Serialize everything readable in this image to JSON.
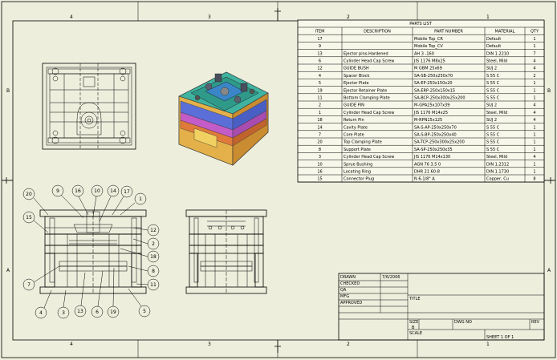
{
  "zones": {
    "top": [
      "4",
      "3",
      "2",
      "1"
    ],
    "bottom": [
      "4",
      "3",
      "2",
      "1"
    ],
    "left": [
      "B",
      "A"
    ],
    "right": [
      "B",
      "A"
    ]
  },
  "parts_list": {
    "title": "PARTS LIST",
    "headers": [
      "ITEM",
      "DESCRIPTION",
      "PART NUMBER",
      "MATERIAL",
      "QTY"
    ],
    "rows": [
      [
        "17",
        "",
        "Mobile Top_CR",
        "Default",
        "1"
      ],
      [
        "9",
        "",
        "Mobile Top_CV",
        "Default",
        "1"
      ],
      [
        "13",
        "Ejector pins-Hardened",
        "AH 3 -160",
        "DIN 1.2210",
        "7"
      ],
      [
        "6",
        "Cylinder Head Cap Screw",
        "JIS 1176 M8x25",
        "Steel, Mild",
        "4"
      ],
      [
        "12",
        "GUIDE BUSH",
        "M GBM 25x69",
        "SUJ 2",
        "4"
      ],
      [
        "4",
        "Spacer Block",
        "SA-SB-250x250x70",
        "S 55 C",
        "2"
      ],
      [
        "5",
        "Ejector Plate",
        "SA-EP-250x150x20",
        "S 55 C",
        "1"
      ],
      [
        "19",
        "Ejector Retainer Plate",
        "SA-ERP-250x150x15",
        "S 55 C",
        "1"
      ],
      [
        "11",
        "Bottom Clamping Plate",
        "SA-BCP-250x300x25x200",
        "S 55 C",
        "1"
      ],
      [
        "2",
        "GUIDE PIN",
        "M-GPA25x107x39",
        "SUJ 2",
        "4"
      ],
      [
        "1",
        "Cylinder Head Cap Screw",
        "JIS 1176 M14x25",
        "Steel, Mild",
        "4"
      ],
      [
        "18",
        "Return Pin",
        "M-RPN15x125",
        "SUJ 2",
        "4"
      ],
      [
        "14",
        "Cavity Plate",
        "SA-S-AP-250x250x70",
        "S 55 C",
        "1"
      ],
      [
        "7",
        "Core Plate",
        "SA-S-BP-250x250x40",
        "S 55 C",
        "1"
      ],
      [
        "20",
        "Top Clamping Plate",
        "SA-TCP-250x300x25x200",
        "S 55 C",
        "1"
      ],
      [
        "8",
        "Support Plate",
        "SA-SP-250x250x35",
        "S 55 C",
        "1"
      ],
      [
        "3",
        "Cylinder Head Cap Screw",
        "JIS 1176 M14x130",
        "Steel, Mild",
        "4"
      ],
      [
        "10",
        "Sprue Bushing",
        "AGN 76 3.5 0",
        "DIN 1.2312",
        "1"
      ],
      [
        "16",
        "Locating Ring",
        "DHR 21 60-8",
        "DIN 1.1730",
        "1"
      ],
      [
        "15",
        "Connector Plug",
        "N 6-1/8\" A",
        "Copper, Cu",
        "8"
      ]
    ]
  },
  "balloons": {
    "b20": "20",
    "b9": "9",
    "b16": "16",
    "b10": "10",
    "b14": "14",
    "b17": "17",
    "b15": "15",
    "b1": "1",
    "b12": "12",
    "b2": "2",
    "b18": "18",
    "b8": "8",
    "b7": "7",
    "b11": "11",
    "b4": "4",
    "b3": "3",
    "b13": "13",
    "b6": "6",
    "b19": "19",
    "b5": "5"
  },
  "title_block": {
    "drawn_label": "DRAWN",
    "drawn_value": "",
    "date_value": "7/6/2006",
    "checked_label": "CHECKED",
    "qa_label": "QA",
    "mfg_label": "MFG",
    "approved_label": "APPROVED",
    "title_label": "TITLE",
    "size_label": "SIZE",
    "size_value": "B",
    "dwg_label": "DWG NO",
    "rev_label": "REV",
    "scale_label": "SCALE",
    "sheet_text": "SHEET 1 OF 1"
  }
}
